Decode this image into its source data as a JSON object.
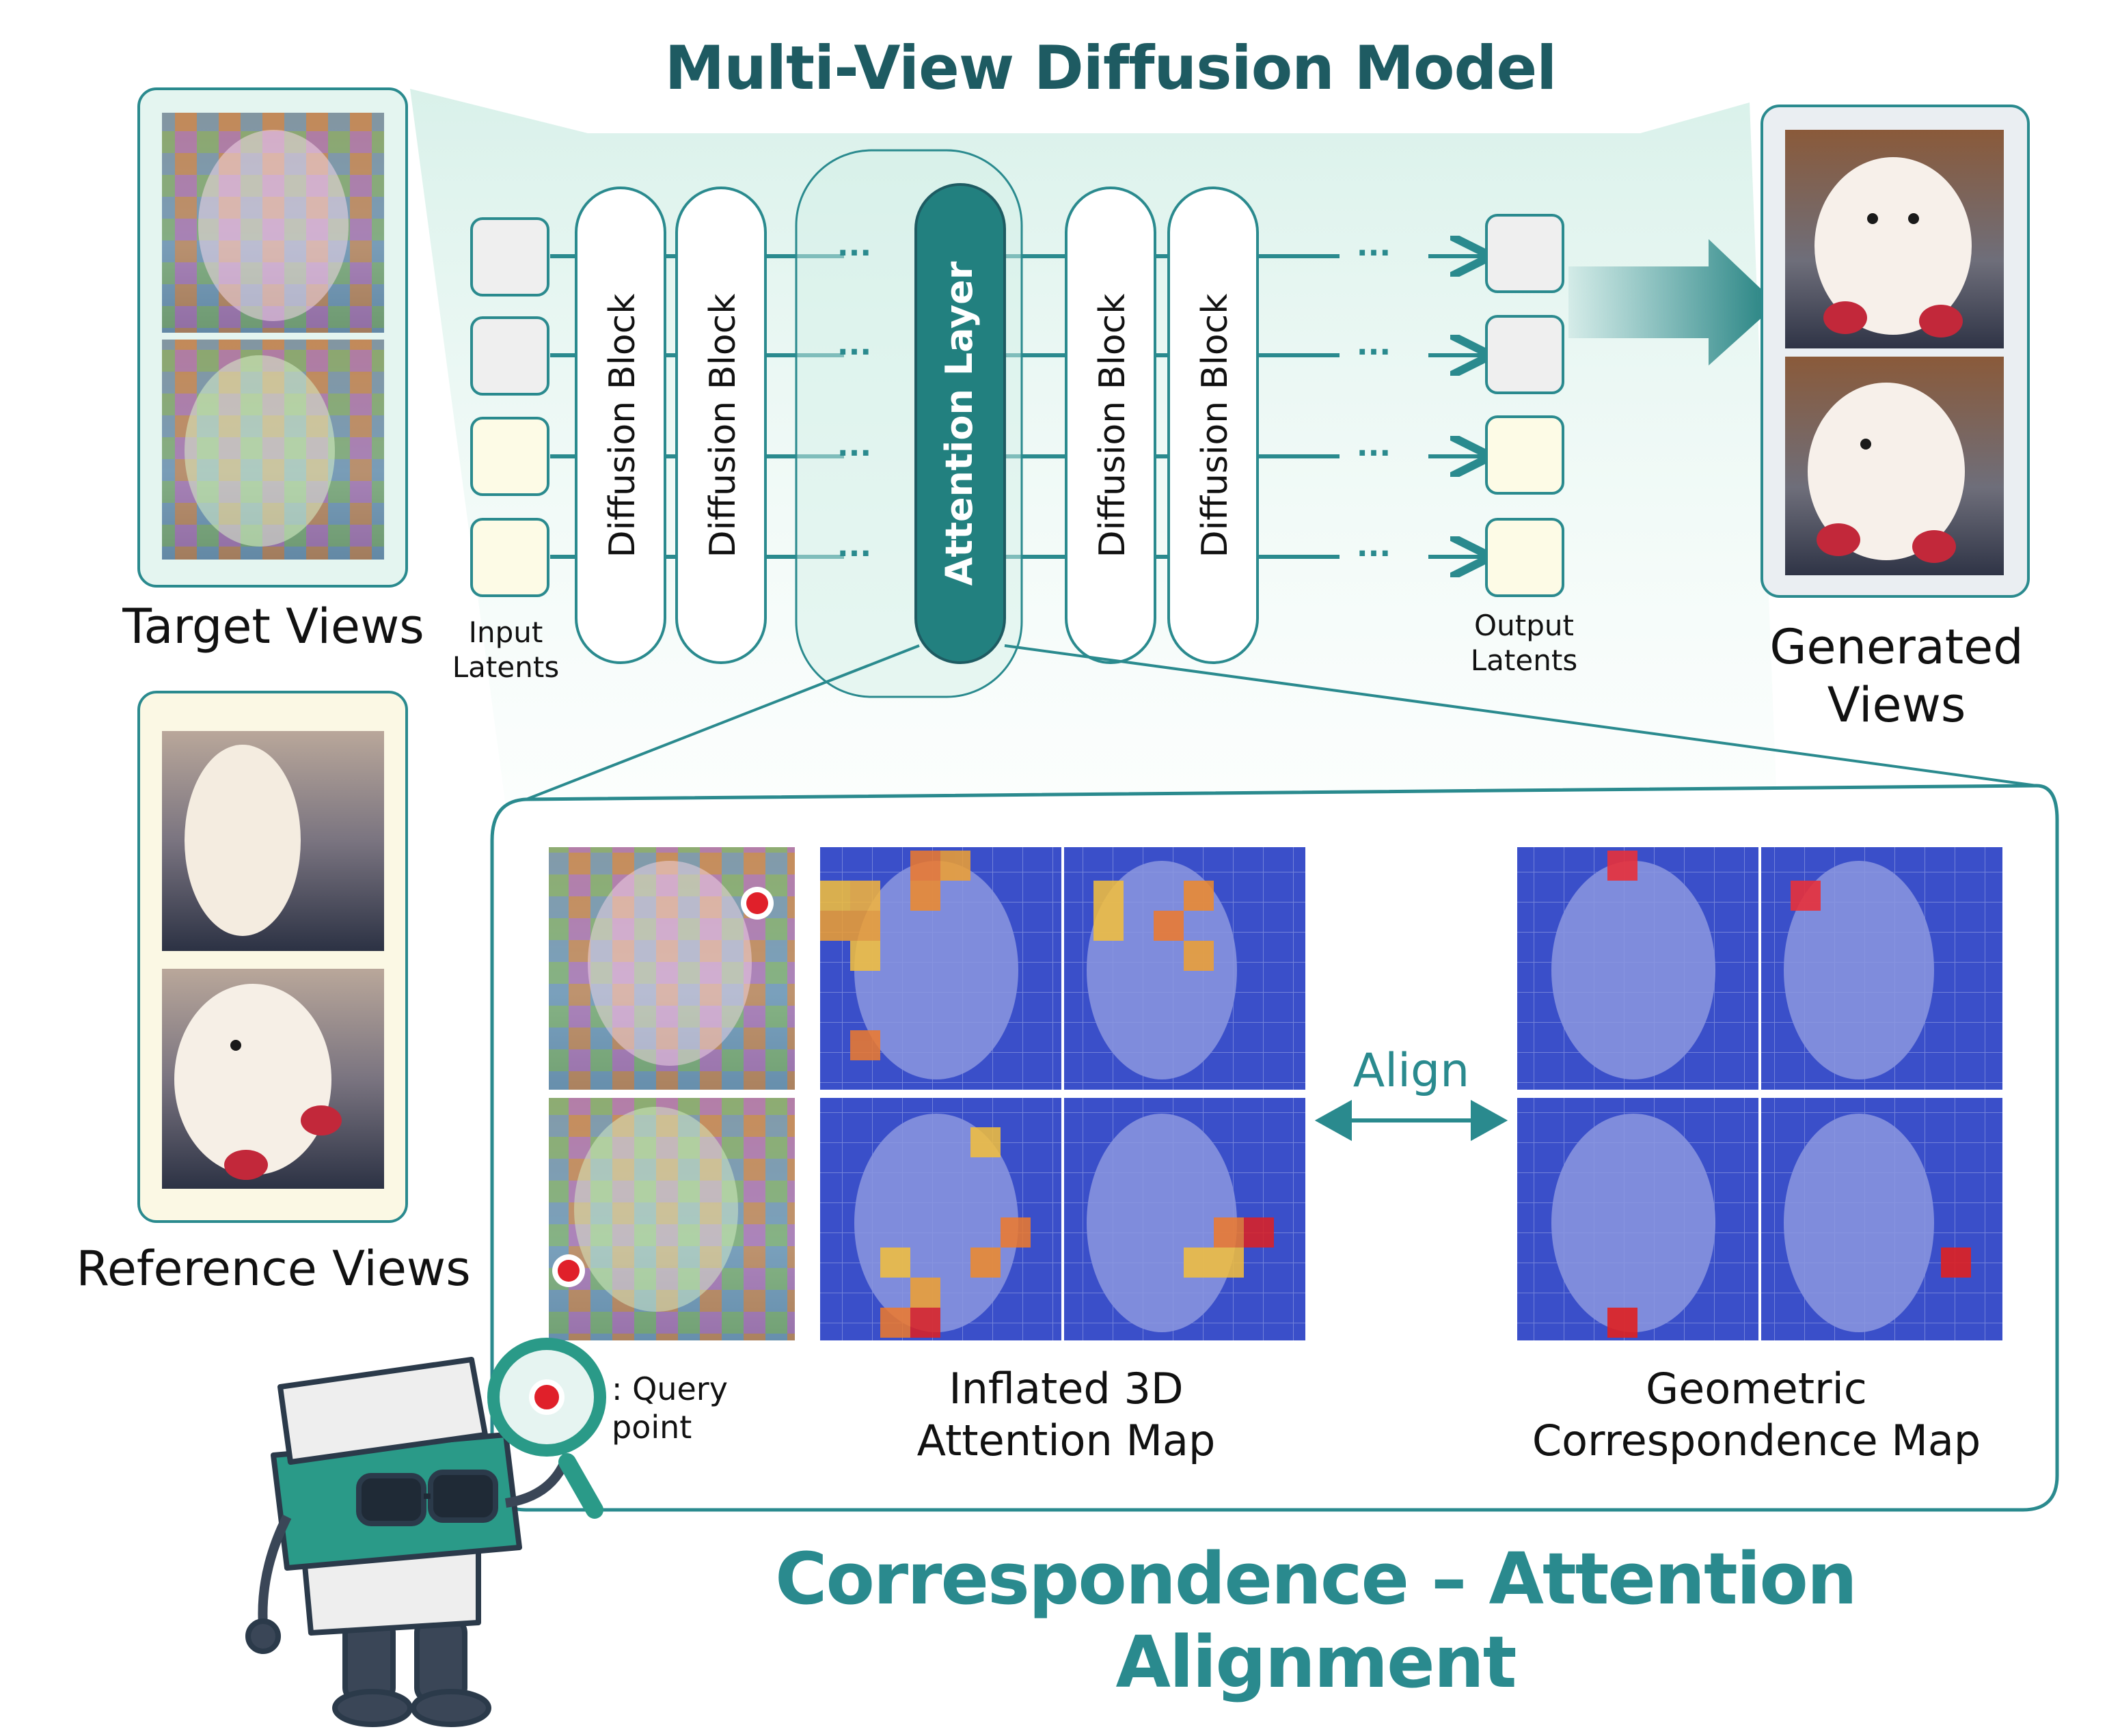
{
  "title": "Multi-View Diffusion Model",
  "subtitle": "Correspondence – Attention Alignment",
  "pipeline": {
    "input_label": "Input\nLatents",
    "output_label": "Output\nLatents",
    "block_left_1": "Diffusion Block",
    "block_left_2": "Diffusion Block",
    "attention": "Attention Layer",
    "block_right_1": "Diffusion Block",
    "block_right_2": "Diffusion Block",
    "ellipsis": "···"
  },
  "labels": {
    "target_views": "Target Views",
    "reference_views": "Reference Views",
    "generated_views": "Generated\nViews",
    "query_point": ": Query point",
    "inflated_map": "Inflated 3D\nAttention Map",
    "geometric_map": "Geometric\nCorrespondence Map",
    "align": "Align"
  },
  "colors": {
    "teal_dark": "#1e5b62",
    "teal": "#2a8a8e",
    "latent_gray": "#efefef",
    "latent_cream": "#fdfbe6",
    "map_blue": "#3a4fc9",
    "query_red": "#e0202a"
  },
  "icons": [
    "magnifier-icon",
    "robot-mascot-icon",
    "align-arrow-icon",
    "query-point-icon"
  ]
}
